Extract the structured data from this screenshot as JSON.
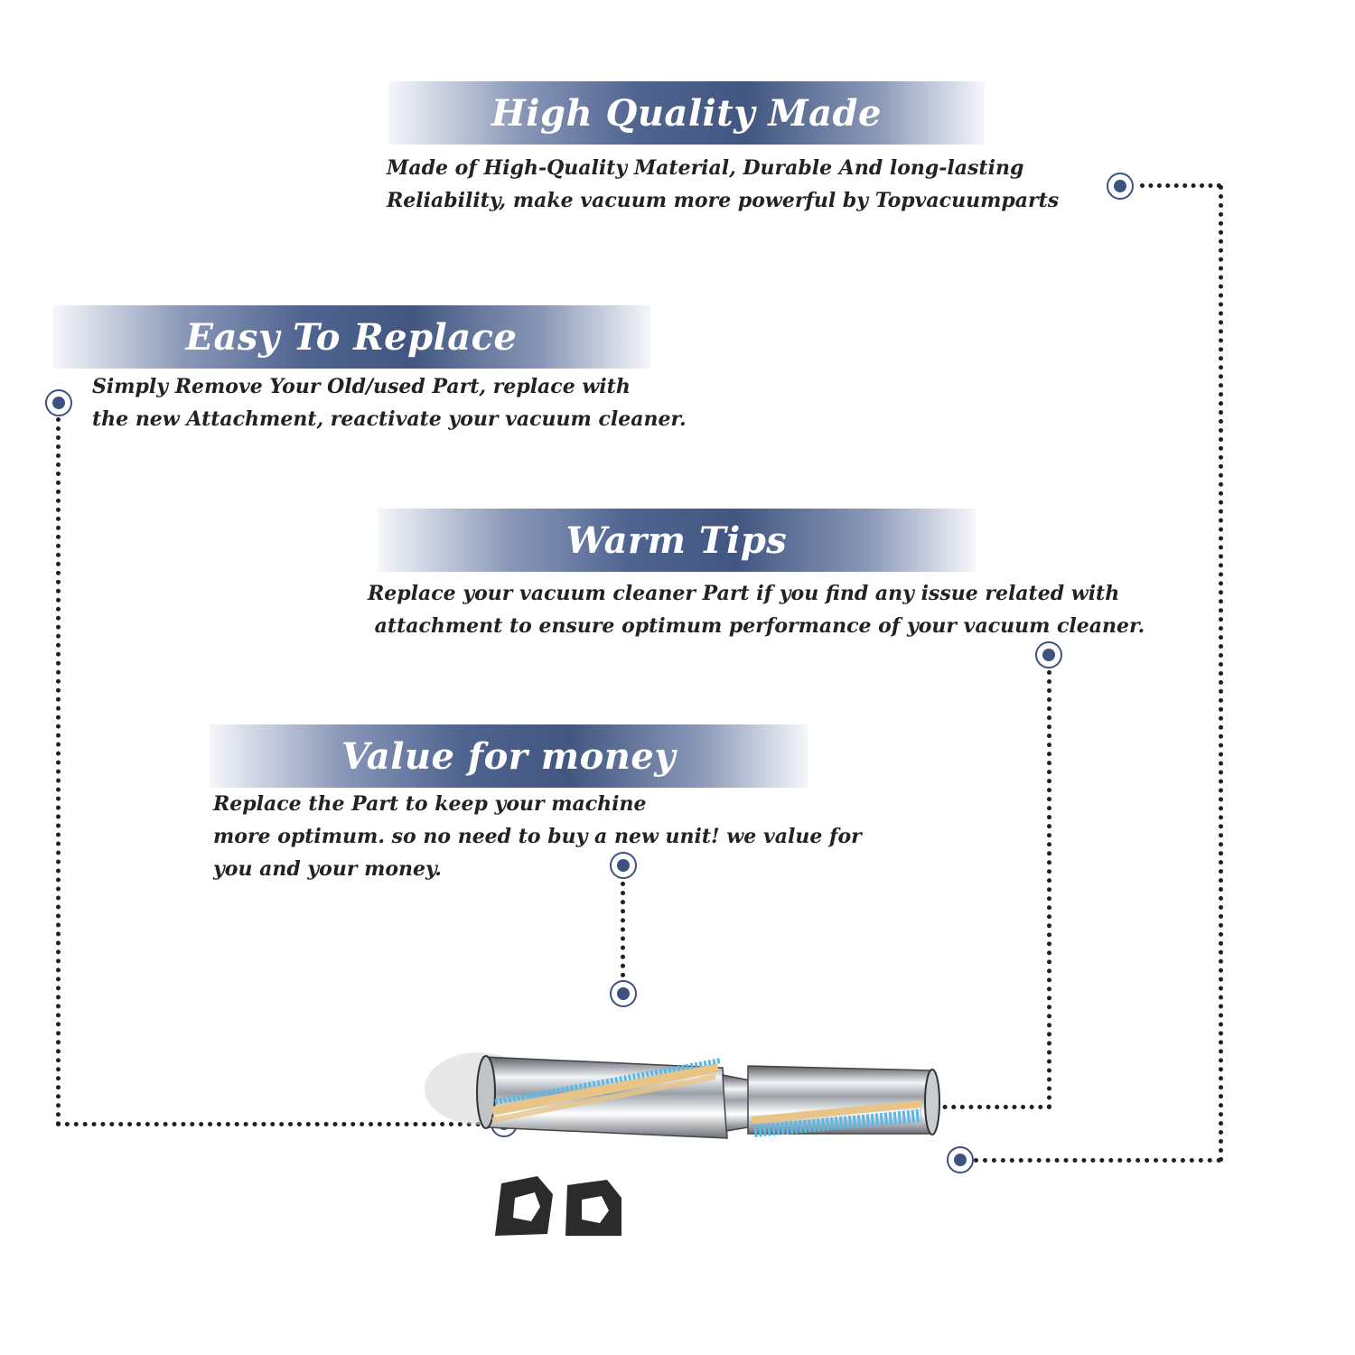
{
  "sections": [
    {
      "title": "High Quality Made",
      "lines": [
        "Made of  High-Quality Material, Durable And long-lasting",
        "Reliability, make vacuum more powerful by Topvacuumparts"
      ]
    },
    {
      "title": "Easy To Replace",
      "lines": [
        "Simply Remove Your Old/used Part, replace with",
        "the new Attachment, reactivate your vacuum cleaner."
      ]
    },
    {
      "title": "Warm Tips",
      "lines": [
        "Replace your vacuum cleaner Part if you find any issue related with",
        " attachment to ensure optimum performance of your vacuum cleaner."
      ]
    },
    {
      "title": "Value for money",
      "lines": [
        "Replace the Part to keep your machine",
        "more optimum. so no need to buy a new unit! we value for",
        "you and your money."
      ]
    }
  ],
  "colors": {
    "banner_dark": "#415680",
    "marker": "#3e527f",
    "text": "#222222",
    "bristle_blue": "#5ab8e6",
    "bristle_tan": "#e8c487"
  },
  "product": {
    "name_icon": "brush-roll-icon",
    "accessory_icon": "end-cap-icon"
  }
}
